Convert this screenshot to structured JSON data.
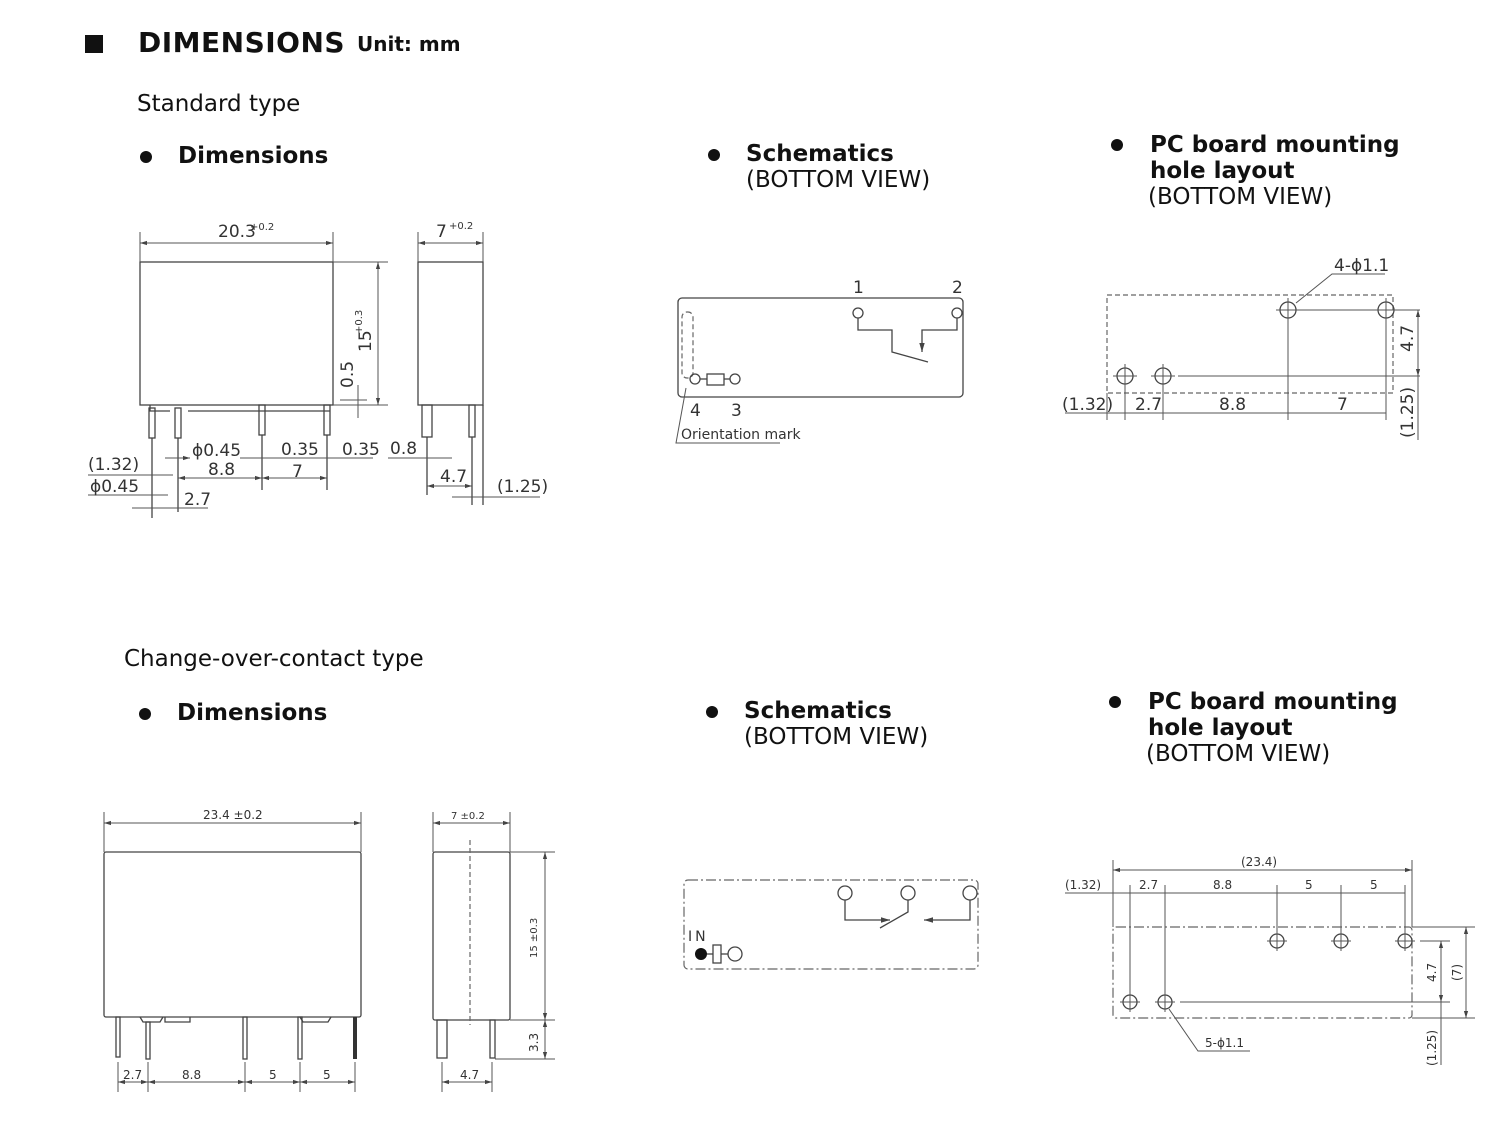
{
  "header": {
    "title": "DIMENSIONS",
    "unit": "Unit: mm"
  },
  "standard": {
    "type_title": "Standard type",
    "dimensions_heading": "Dimensions",
    "schematics_heading": "Schematics",
    "schematics_view": "(BOTTOM VIEW)",
    "pcb_heading_line1": "PC board mounting",
    "pcb_heading_line2": "hole layout",
    "pcb_view": "(BOTTOM VIEW)",
    "dims": {
      "width": "20.3",
      "width_tol": "+0.2",
      "side_width": "7",
      "side_width_tol": "+0.2",
      "height": "15",
      "height_tol": "+0.3",
      "standoff": "0.5",
      "pin_dia_a": "ϕ0.45",
      "pin_dia_b": "ϕ0.45",
      "pin_thk_a": "0.35",
      "pin_thk_b": "0.35",
      "side_pin": "0.8",
      "offset_left": "(1.32)",
      "pitch_1": "2.7",
      "pitch_2": "8.8",
      "pitch_3": "7",
      "side_pitch": "4.7",
      "side_offset": "(1.25)"
    },
    "schematic": {
      "pin1": "1",
      "pin2": "2",
      "pin4": "4",
      "pin3": "3",
      "orientation": "Orientation mark"
    },
    "pcb": {
      "holes": "4-ϕ1.1",
      "row_gap": "4.7",
      "offset_left": "(1.32)",
      "p1": "2.7",
      "p2": "8.8",
      "p3": "7",
      "offset_bottom": "(1.25)"
    }
  },
  "changeover": {
    "type_title": "Change-over-contact type",
    "dimensions_heading": "Dimensions",
    "schematics_heading": "Schematics",
    "schematics_view": "(BOTTOM VIEW)",
    "pcb_heading_line1": "PC board mounting",
    "pcb_heading_line2": "hole layout",
    "pcb_view": "(BOTTOM VIEW)",
    "dims": {
      "width": "23.4 ±0.2",
      "side_width": "7 ±0.2",
      "height": "15 ±0.3",
      "pin_len": "3.3",
      "p1": "2.7",
      "p2": "8.8",
      "p3": "5",
      "p4": "5",
      "side_pitch": "4.7"
    },
    "schematic": {
      "in_label": "IN"
    },
    "pcb": {
      "overall": "(23.4)",
      "offset_left": "(1.32)",
      "p1": "2.7",
      "p2": "8.8",
      "p3": "5",
      "p4": "5",
      "row_gap": "4.7",
      "depth": "(7)",
      "offset_bottom": "(1.25)",
      "holes": "5-ϕ1.1"
    }
  }
}
